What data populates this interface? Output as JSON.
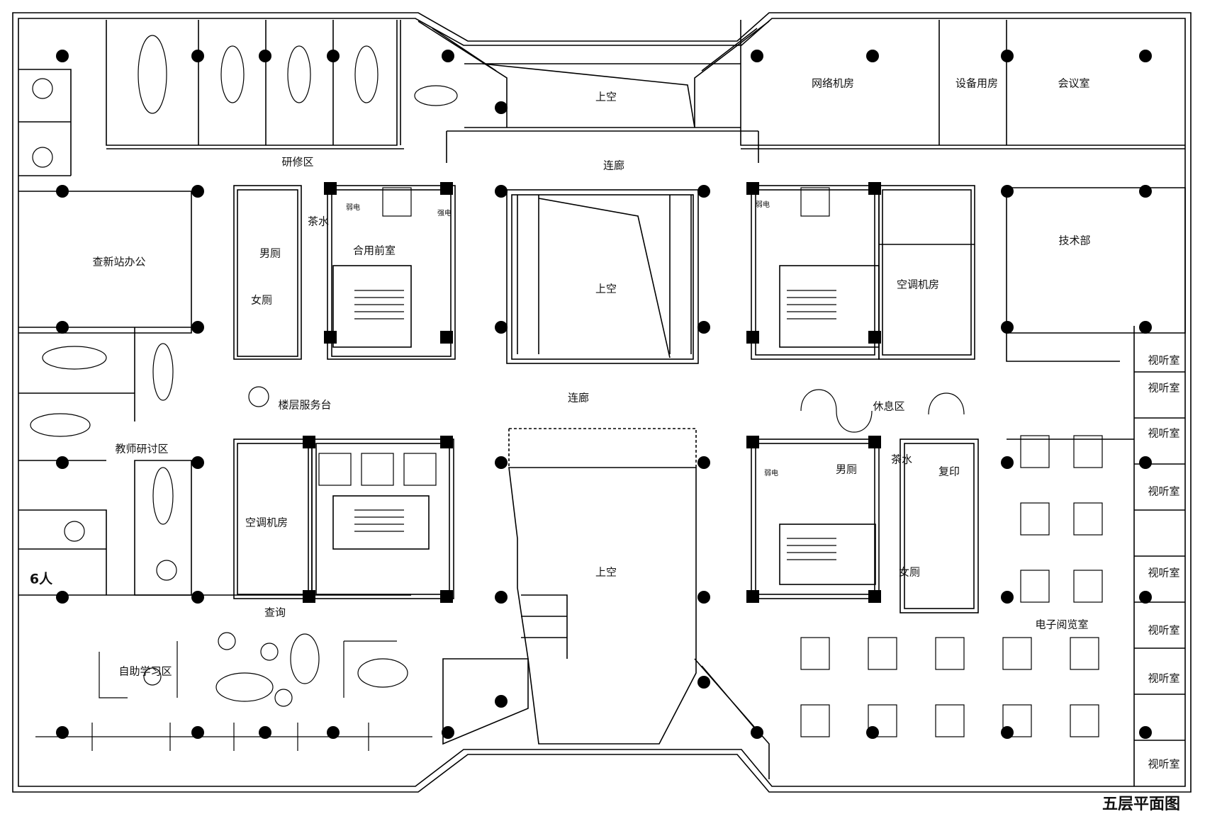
{
  "title": "五层平面图",
  "rooms": {
    "void_top": "上空",
    "void_center": "上空",
    "void_bottom": "上空",
    "corridor_top": "连廊",
    "corridor_mid": "连廊",
    "training": "研修区",
    "tea_left": "茶水",
    "men_left": "男厕",
    "women_left": "女厕",
    "shared_lobby": "合用前室",
    "office_check": "查新站办公",
    "service_desk": "楼层服务台",
    "teacher_discussion": "教师研讨区",
    "hvac_left": "空调机房",
    "inquiry": "查询",
    "self_study": "自助学习区",
    "six_people": "6人",
    "network_room": "网络机房",
    "equipment_room": "设备用房",
    "meeting_room": "会议室",
    "tech_dept": "技术部",
    "hvac_right": "空调机房",
    "rest_area": "休息区",
    "tea_right": "茶水",
    "copy": "复印",
    "men_right": "男厕",
    "women_right": "女厕",
    "e_reading": "电子阅览室",
    "weak_elec_1": "弱电",
    "strong_elec": "强电",
    "weak_elec_2": "弱电",
    "weak_elec_3": "弱电"
  },
  "av_rooms": [
    "视听室",
    "视听室",
    "视听室",
    "视听室",
    "视听室",
    "视听室",
    "视听室",
    "视听室"
  ],
  "colors": {
    "line": "#000000",
    "column": "#000000",
    "background": "#ffffff"
  }
}
